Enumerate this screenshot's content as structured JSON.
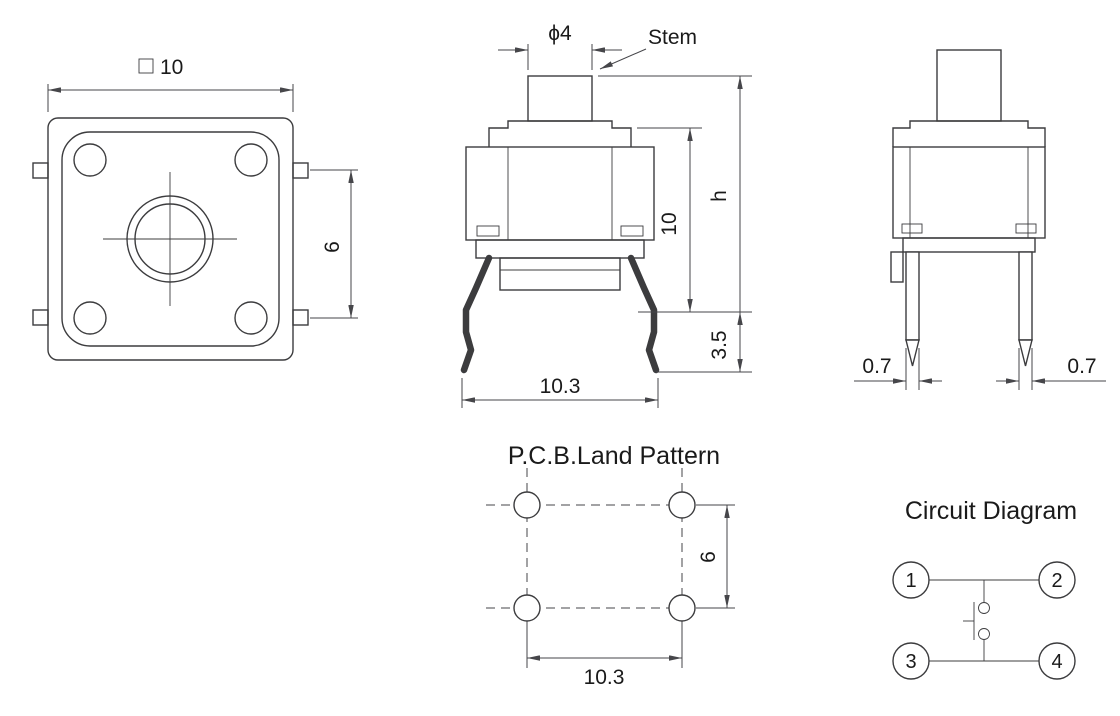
{
  "colors": {
    "background": "#ffffff",
    "line": "#3c3c3e",
    "text": "#1a1a1a"
  },
  "top_view": {
    "width_label": "10",
    "pitch_label": "6"
  },
  "front_view": {
    "stem_diameter_label": "ϕ4",
    "stem_label": "Stem",
    "body_height_label": "10",
    "total_height_label": "h",
    "lead_below_board_label": "3.5",
    "lead_span_label": "10.3"
  },
  "side_view": {
    "pin_width_left_label": "0.7",
    "pin_width_right_label": "0.7"
  },
  "land_pattern": {
    "title": "P.C.B.Land Pattern",
    "row_pitch_label": "6",
    "column_pitch_label": "10.3"
  },
  "circuit_diagram": {
    "title": "Circuit Diagram",
    "terminals": [
      "1",
      "2",
      "3",
      "4"
    ]
  }
}
